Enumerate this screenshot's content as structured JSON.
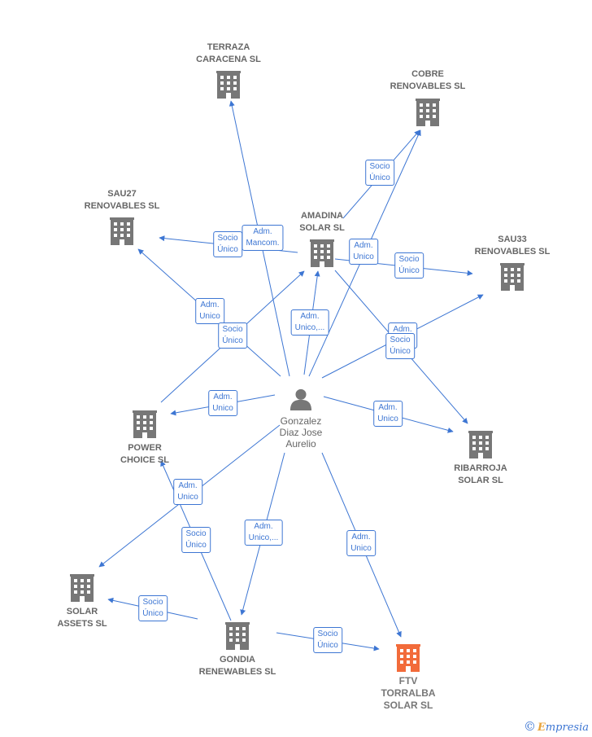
{
  "colors": {
    "edge": "#3d76d3",
    "building": "#777777",
    "focus": "#f26b3a",
    "person": "#777777"
  },
  "nodes": [
    {
      "id": "terraza",
      "label": "TERRAZA\nCARACENA  SL",
      "icon": "building-icon"
    },
    {
      "id": "cobre",
      "label": "COBRE\nRENOVABLES SL",
      "icon": "building-icon"
    },
    {
      "id": "sau27",
      "label": "SAU27\nRENOVABLES SL",
      "icon": "building-icon"
    },
    {
      "id": "amadina",
      "label": "AMADINA\nSOLAR  SL",
      "icon": "building-icon"
    },
    {
      "id": "sau33",
      "label": "SAU33\nRENOVABLES SL",
      "icon": "building-icon"
    },
    {
      "id": "person",
      "label": "Gonzalez\nDiaz Jose\nAurelio",
      "icon": "person-icon"
    },
    {
      "id": "power",
      "label": "POWER\nCHOICE  SL",
      "icon": "building-icon"
    },
    {
      "id": "ribarroja",
      "label": "RIBARROJA\nSOLAR SL",
      "icon": "building-icon"
    },
    {
      "id": "solar",
      "label": "SOLAR\nASSETS  SL",
      "icon": "building-icon"
    },
    {
      "id": "gondia",
      "label": "GONDIA\nRENEWABLES SL",
      "icon": "building-icon"
    },
    {
      "id": "ftv",
      "label": "FTV\nTORRALBA\nSOLAR  SL",
      "icon": "building-icon-highlighted"
    }
  ],
  "edges": [
    {
      "id": "person-terraza",
      "label": "Adm.\nMancom."
    },
    {
      "id": "amadina-cobre",
      "label": "Socio\nÚnico"
    },
    {
      "id": "person-cobre",
      "label": "Adm.\nUnico"
    },
    {
      "id": "amadina-sau27",
      "label": "Socio\nÚnico"
    },
    {
      "id": "person-sau27",
      "label": "Adm.\nUnico"
    },
    {
      "id": "power-amadina",
      "label": "Socio\nÚnico"
    },
    {
      "id": "person-amadina",
      "label": "Adm.\nUnico,..."
    },
    {
      "id": "amadina-sau33",
      "label": "Socio\nÚnico"
    },
    {
      "id": "person-sau33",
      "label": "Adm.\nUnico"
    },
    {
      "id": "amadina-ribarroja",
      "label": "Socio\nÚnico"
    },
    {
      "id": "person-power",
      "label": "Adm.\nUnico"
    },
    {
      "id": "person-ribarroja",
      "label": "Adm.\nUnico"
    },
    {
      "id": "person-solar",
      "label": "Adm.\nUnico"
    },
    {
      "id": "gondia-power",
      "label": "Socio\nÚnico"
    },
    {
      "id": "person-gondia",
      "label": "Adm.\nUnico,..."
    },
    {
      "id": "person-ftv",
      "label": "Adm.\nUnico"
    },
    {
      "id": "gondia-solar",
      "label": "Socio\nÚnico"
    },
    {
      "id": "gondia-ftv",
      "label": "Socio\nÚnico"
    }
  ],
  "brand": {
    "symbol": "©",
    "first_letter": "E",
    "rest": "mpresia"
  }
}
